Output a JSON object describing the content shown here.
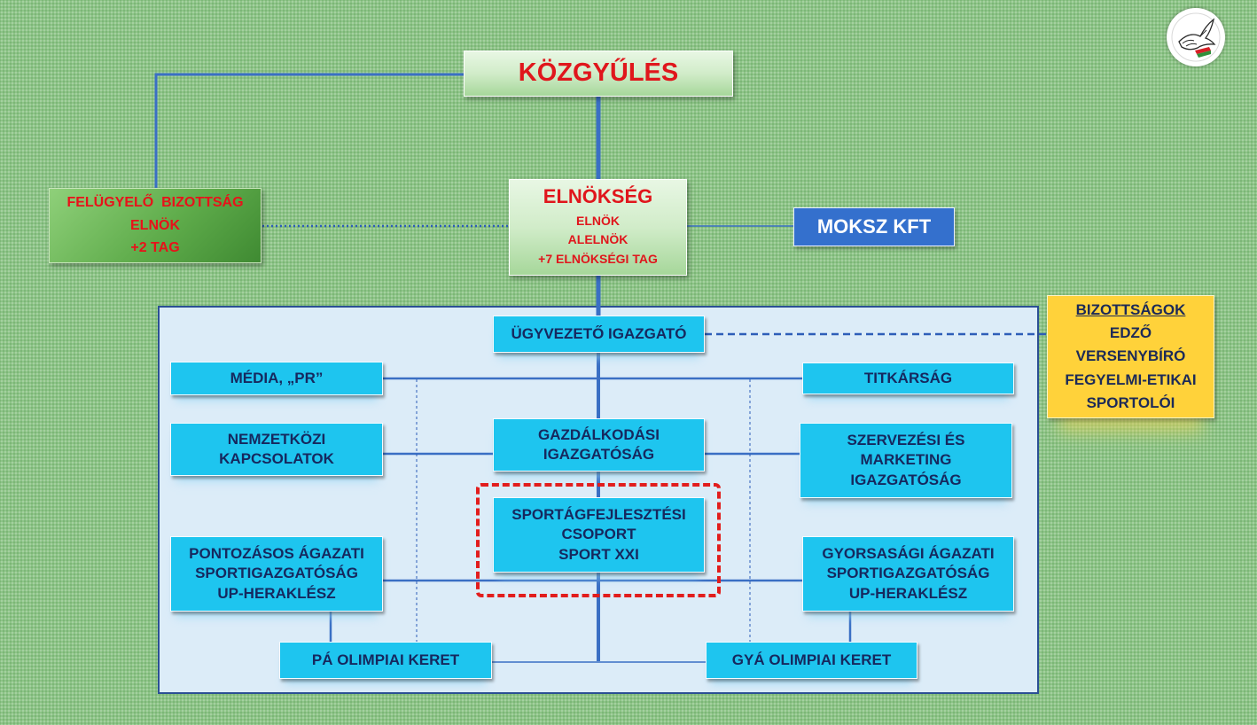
{
  "kozgyules": "KÖZGYŰLÉS",
  "elnokseg": {
    "title": "ELNÖKSÉG",
    "lines": [
      "ELNÖK",
      "ALELNÖK",
      "+7 ELNÖKSÉGI TAG"
    ]
  },
  "felugyelo": {
    "lines": [
      "FELÜGYELŐ  BIZOTTSÁG",
      "ELNÖK",
      "+2 TAG"
    ]
  },
  "moksz": "MOKSZ KFT",
  "bizottsagok": {
    "title": "BIZOTTSÁGOK",
    "lines": [
      "EDZŐ",
      "VERSENYBÍRÓ",
      "FEGYELMI-ETIKAI",
      "SPORTOLÓI"
    ]
  },
  "units": {
    "ugyvezeto": [
      "ÜGYVEZETŐ IGAZGATÓ"
    ],
    "media": [
      "MÉDIA, „PR”"
    ],
    "titkarsag": [
      "TITKÁRSÁG"
    ],
    "nemzetkozi": [
      "NEMZETKÖZI",
      "KAPCSOLATOK"
    ],
    "gazdalkodasi": [
      "GAZDÁLKODÁSI",
      "IGAZGATÓSÁG"
    ],
    "szervezesi": [
      "SZERVEZÉSI ÉS",
      "MARKETING",
      "IGAZGATÓSÁG"
    ],
    "sportag": [
      "SPORTÁGFEJLESZTÉSI",
      "CSOPORT",
      "SPORT XXI"
    ],
    "pontozasos": [
      "PONTOZÁSOS ÁGAZATI",
      "SPORTIGAZGATÓSÁG",
      "UP-HERAKLÉSZ"
    ],
    "gyorsasagi": [
      "GYORSASÁGI ÁGAZATI",
      "SPORTIGAZGATÓSÁG",
      "UP-HERAKLÉSZ"
    ],
    "pa_olimpiai": [
      "PÁ OLIMPIAI KERET"
    ],
    "gya_olimpiai": [
      "GYÁ OLIMPIAI KERET"
    ]
  },
  "colors": {
    "background": "#8dc487",
    "unit_fill": "#1ec5ef",
    "unit_text": "#16285e",
    "red_text": "#e0161c",
    "line_blue": "#3a6fc4",
    "panel_fill": "#dcecf8",
    "moksz_fill": "#3470cd",
    "bizottsagok_fill": "#ffd23a"
  },
  "icons": {
    "logo": "bird-emblem-icon"
  }
}
